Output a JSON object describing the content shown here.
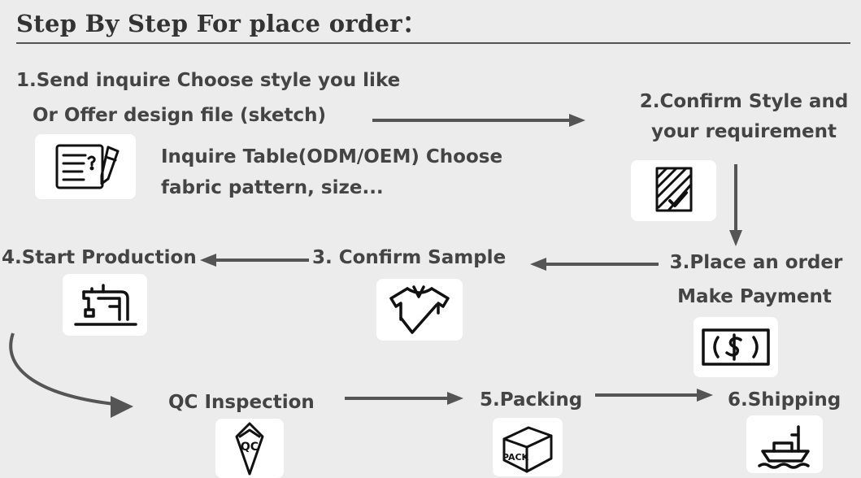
{
  "title": "Step By Step For place order：",
  "step1": {
    "line1": "1.Send inquire Choose style you like",
    "line2": "Or Offer design file (sketch)",
    "note1": "Inquire Table(ODM/OEM) Choose",
    "note2": "fabric pattern, size...",
    "icon": "document-pen-icon"
  },
  "step2": {
    "line1": "2.Confirm Style and",
    "line2": "your requirement",
    "icon": "fabric-checklist-icon"
  },
  "step3_order": {
    "line1": "3.Place an order",
    "line2": "Make Payment",
    "icon": "cash-icon"
  },
  "step3_sample": {
    "label": "3. Confirm Sample",
    "icon": "shirt-check-icon"
  },
  "step4": {
    "label": "4.Start Production",
    "icon": "sewing-machine-icon"
  },
  "qc": {
    "label": "QC Inspection",
    "icon_text": "QC",
    "icon": "qc-badge-icon"
  },
  "step5": {
    "label": "5.Packing",
    "icon_text": "PACK",
    "icon": "package-box-icon"
  },
  "step6": {
    "label": "6.Shipping",
    "icon": "ship-icon"
  },
  "colors": {
    "background": "#ececec",
    "text": "#444444",
    "arrow": "#555555",
    "card": "#ffffff"
  }
}
